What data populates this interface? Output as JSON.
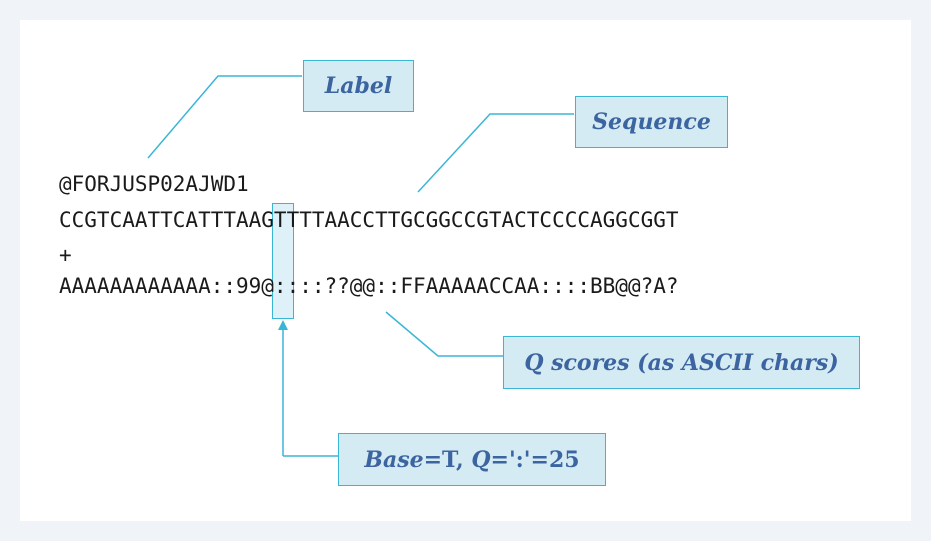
{
  "fastq": {
    "label_line": "@FORJUSP02AJWD1",
    "sequence_line": "CCGTCAATTCATTTAAGTTTTAACCTTGCGGCCGTACTCCCCAGGCGGT",
    "separator_line": "+",
    "quality_line": "AAAAAAAAAAAA::99@::::??@@::FFAAAAACCAA::::BB@@?A?"
  },
  "callouts": {
    "label": "Label",
    "sequence": "Sequence",
    "qscores": "Q scores (as ASCII chars)",
    "base_word": "Base",
    "base_value": "=T, ",
    "q_word": "Q",
    "q_value": "=':'=25"
  },
  "colors": {
    "callout_fill": "#d5ebf3",
    "callout_border": "#3ab6d5",
    "callout_text": "#3b64a0",
    "leader_line": "#3ab6d5"
  }
}
